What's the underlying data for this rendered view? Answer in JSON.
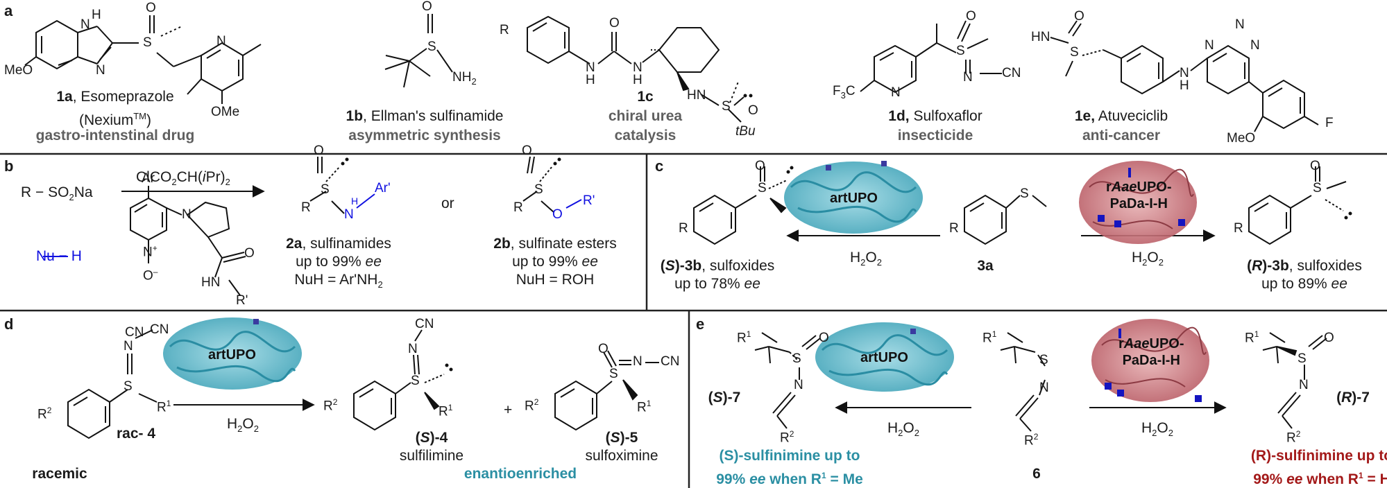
{
  "panels": {
    "a": "a",
    "b": "b",
    "c": "c",
    "d": "d",
    "e": "e"
  },
  "compounds_a": [
    {
      "id": "1a",
      "name": "Esomeprazole",
      "trade": "(Nexium",
      "tm": "TM",
      "close": ")",
      "use": "gastro-intenstinal drug"
    },
    {
      "id": "1b",
      "name": "Ellman's sulfinamide",
      "use": "asymmetric synthesis"
    },
    {
      "id": "1c",
      "name": "",
      "use_line1": "chiral urea",
      "use_line2": "catalysis"
    },
    {
      "id": "1d,",
      "name": "Sulfoxaflor",
      "use": "insecticide"
    },
    {
      "id": "1e,",
      "name": "Atuveciclib",
      "use": "anti-cancer"
    }
  ],
  "atoms_a": {
    "nh": "H",
    "n": "N",
    "meo": "MeO",
    "s": "S",
    "o": "O",
    "ome": "OMe",
    "nh2": "NH",
    "nh2_sub": "2",
    "r": "R",
    "h": "H",
    "tbu": "tBu",
    "f3c": "F",
    "f3c_sub": "3",
    "f3c_c": "C",
    "cn": "CN",
    "hn": "HN",
    "f": "F"
  },
  "panel_b": {
    "reagent1": "R − SO",
    "reagent1_sub": "2",
    "reagent1_tail": "Na",
    "nucleophile": "Nu − H",
    "arrow_label": "ClCO",
    "arrow_label_sub": "2",
    "arrow_label_mid": "CH(",
    "arrow_label_ipr": "i",
    "arrow_label_tail": "Pr)",
    "arrow_label_sub2": "2",
    "or": "or",
    "catalyst_atoms": {
      "ar": "Ar",
      "n": "N",
      "nplus": "N",
      "plus": "+",
      "o": "O",
      "ominus": "–",
      "hn": "HN",
      "rprime": "R'"
    },
    "product_2a": {
      "id": "2a",
      "name": "sulfinamides",
      "yield": "up to 99% ",
      "ee": "ee",
      "nuh": "NuH = Ar'NH",
      "nuh_sub": "2"
    },
    "product_2b": {
      "id": "2b",
      "name": "sulfinate esters",
      "yield": "up to 99% ",
      "ee": "ee",
      "nuh": "NuH = ROH"
    },
    "atoms": {
      "r": "R",
      "s": "S",
      "o": "O",
      "n": "N",
      "h": "H",
      "ar": "Ar'",
      "o2": "O",
      "r2": "R'"
    }
  },
  "panel_c": {
    "substrate": "3a",
    "enzyme_left": "artUPO",
    "enzyme_right_l1a": "r",
    "enzyme_right_l1b": "Aae",
    "enzyme_right_l1c": "UPO-",
    "enzyme_right_l2": "PaDa-I-H",
    "oxidant": "H",
    "oxidant_sub": "2",
    "oxidant_tail": "O",
    "oxidant_sub2": "2",
    "product_left": {
      "open": "(",
      "stereo": "S",
      "close": ")-3b",
      "name": ", sulfoxides",
      "yield": "up to 78% ",
      "ee": "ee"
    },
    "product_right": {
      "open": "(",
      "stereo": "R",
      "close": ")-3b",
      "name": ", sulfoxides",
      "yield": "up to 89% ",
      "ee": "ee"
    },
    "atoms": {
      "r": "R",
      "s": "S",
      "o": "O"
    }
  },
  "panel_d": {
    "substrate": "rac- 4",
    "racemic": "racemic",
    "enzyme": "artUPO",
    "oxidant": "H",
    "oxidant_sub": "2",
    "oxidant_tail": "O",
    "oxidant_sub2": "2",
    "plus": "+",
    "product1": {
      "open": "(",
      "stereo": "S",
      "close": ")-4",
      "name": "sulfilimine"
    },
    "product2": {
      "open": "(",
      "stereo": "S",
      "close": ")-5",
      "name": "sulfoximine"
    },
    "footer": "enantioenriched",
    "atoms": {
      "cn": "CN",
      "n": "N",
      "s": "S",
      "r2": "R",
      "r2_sup": "2",
      "r1": "R",
      "r1_sup": "1",
      "o": "O"
    }
  },
  "panel_e": {
    "substrate": "6",
    "enzyme_left": "artUPO",
    "enzyme_right_l1a": "r",
    "enzyme_right_l1b": "Aae",
    "enzyme_right_l1c": "UPO-",
    "enzyme_right_l2": "PaDa-I-H",
    "oxidant": "H",
    "oxidant_sub": "2",
    "oxidant_tail": "O",
    "oxidant_sub2": "2",
    "product_left": {
      "open": "(",
      "stereo": "S",
      "close": ")-7"
    },
    "product_right": {
      "open": "(",
      "stereo": "R",
      "close": ")-7"
    },
    "note_left_l1": "(S)-sulfinimine up to",
    "note_left_l2": "99% ",
    "note_left_ee": "ee",
    "note_left_tail": " when R",
    "note_left_sup": "1",
    "note_left_end": " = Me",
    "note_right_l1": "(R)-sulfinimine up to",
    "note_right_l2": "99% ",
    "note_right_ee": "ee",
    "note_right_tail": " when R",
    "note_right_sup": "1",
    "note_right_end": " = H",
    "atoms": {
      "r1": "R",
      "r1_sup": "1",
      "s": "S",
      "o": "O",
      "n": "N",
      "r2": "R",
      "r2_sup": "2"
    }
  },
  "colors": {
    "teal": "#2b8fa3",
    "dark_red": "#a31919",
    "grey": "#5f5f5f",
    "blue": "#1010e0",
    "protein_cyan": "#4fb3c6",
    "protein_pink": "#c9737a"
  }
}
